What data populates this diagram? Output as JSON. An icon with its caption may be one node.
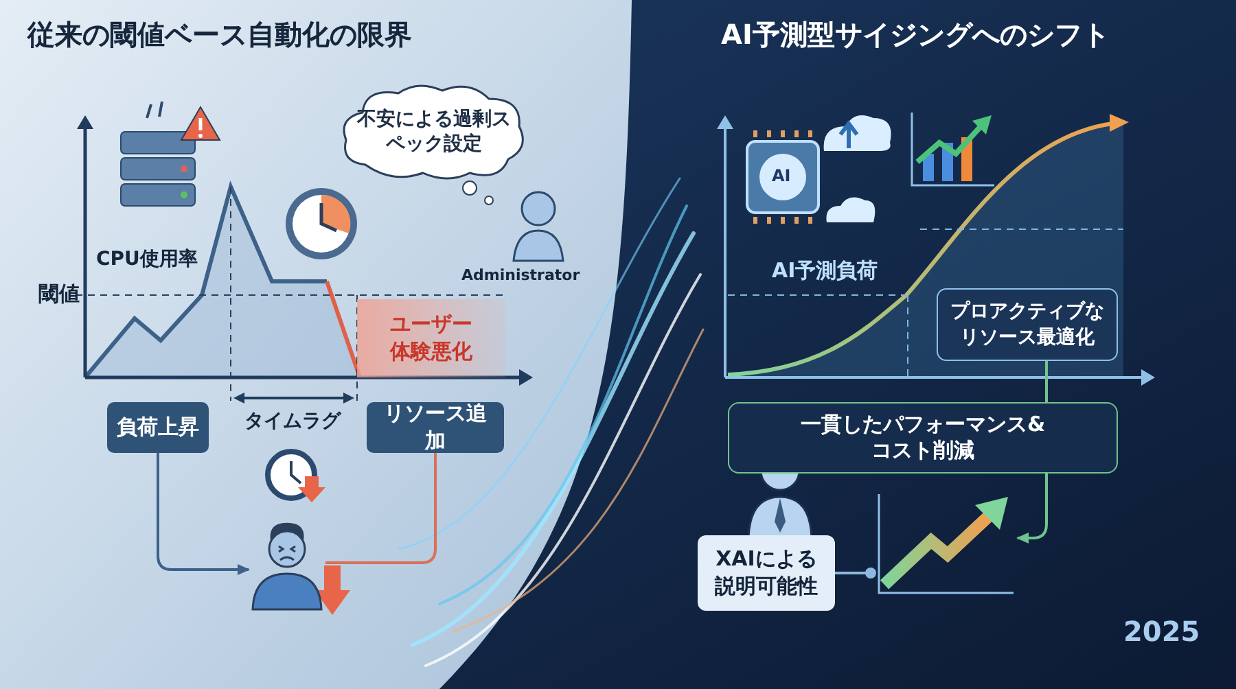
{
  "diagram": {
    "nodes": [
      {
        "text": [
          "負荷上昇"
        ]
      },
      {
        "text": [
          "リソース追加"
        ]
      },
      {
        "text": [],
        "shape": "person"
      },
      {
        "text": [
          "不安による過剰スペック設定"
        ]
      },
      {
        "text": [
          "ユーザー体験悪化"
        ]
      },
      {
        "text": [
          "プロアクティブなリソース最適化"
        ]
      },
      {
        "text": [
          "一貫したパフォーマンス& コスト削減"
        ]
      },
      {
        "text": [
          "XAIによる説明可能性"
        ]
      },
      {
        "text": [],
        "shape": "picture"
      }
    ],
    "edges": [
      {
        "from": 0,
        "to": 2,
        "arrow": "to",
        "color": "#3d6189"
      },
      {
        "from": 1,
        "to": 2,
        "arrow": "none",
        "color": "#d9705a"
      },
      {
        "from": 5,
        "to": 6,
        "arrow": "none"
      },
      {
        "from": 6,
        "to": 8,
        "arrow": "to"
      },
      {
        "from": 7,
        "to": 8,
        "arrow": "other",
        "color": "#8fb8e0"
      }
    ],
    "labels": [
      "従来の閾値ベース自動化の限界",
      "AI予測型サイジングへのシフト",
      "CPU使用率",
      "閾値",
      "Administrator",
      "タイムラグ",
      "AI",
      "AI予測負荷",
      "2025"
    ]
  }
}
